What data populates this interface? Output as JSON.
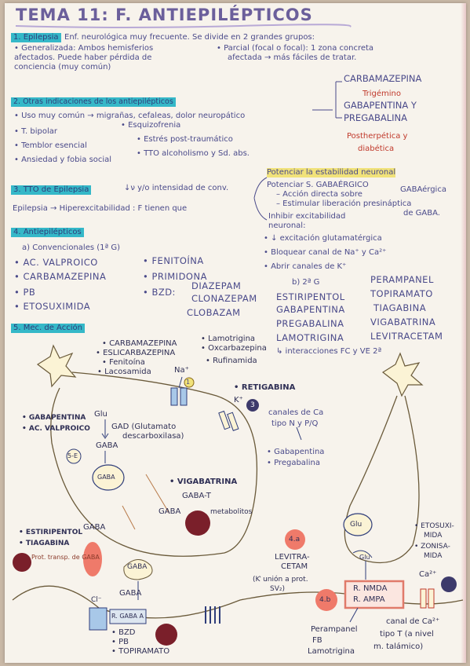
{
  "title": "TEMA 11: F. ANTIEPILÉPTICOS",
  "s1": {
    "head": "1. Epilepsia",
    "text1": "Enf. neurológica muy frecuente. Se divide en 2 grandes grupos:",
    "gen1": "• Generalizada: Ambos hemisferios",
    "gen2": "afectados. Puede haber pérdida de",
    "gen3": "conciencia (muy común)",
    "par1": "• Parcial (focal o focal): 1 zona concreta",
    "par2": "afectada → más fáciles de tratar."
  },
  "s2": {
    "head": "2. Otras indicaciones de los antiepilépticos",
    "l1": "• Uso muy común → migrañas, cefaleas, dolor neuropático",
    "l2": "• T. bipolar",
    "l3": "• Esquizofrenia",
    "l4": "• Temblor esencial",
    "l5": "• Estrés post-traumático",
    "l6": "• Ansiedad y fobia social",
    "l7": "• TTO alcoholismo y Sd. abs.",
    "r1": "CARBAMAZEPINA",
    "r2": "Trigémino",
    "r3": "GABAPENTINA Y",
    "r4": "PREGABALINA",
    "r5": "Postherpética y",
    "r6": "diabética"
  },
  "s3": {
    "head": "3. TTO de Epilepsia",
    "text": "↓ν y/o intensidad de conv.",
    "line": "Epilepsia → Hiperexcitabilidad : F tienen que",
    "p1": "Potenciar la estabilidad neuronal",
    "p2": "Potenciar S. GABAÉRGICO",
    "p3": "– Acción directa sobre",
    "p4": "GABAérgica",
    "p5": "– Estimular liberación presináptica",
    "p6": "de GABA.",
    "p7": "Inhibir excitabilidad",
    "p8": "neuronal:",
    "p9": "• ↓ excitación glutamatérgica",
    "p10": "• Bloquear canal de Na⁺ y Ca²⁺",
    "p11": "• Abrir canales de K⁺"
  },
  "s4": {
    "head": "4. Antiepilépticos",
    "a": "a) Convencionales (1ª G)",
    "c1": "• AC. VALPROICO",
    "c2": "• CARBAMAZEPINA",
    "c3": "• PB",
    "c4": "• ETOSUXIMIDA",
    "c5": "• FENITOÍNA",
    "c6": "• PRIMIDONA",
    "c7": "• BZD:",
    "bz1": "DIAZEPAM",
    "bz2": "CLONAZEPAM",
    "bz3": "CLOBAZAM",
    "b": "b) 2ª G",
    "g1": "ESTIRIPENTOL",
    "g2": "GABAPENTINA",
    "g3": "PREGABALINA",
    "g4": "LAMOTRIGINA",
    "g5": "PERAMPANEL",
    "g6": "TOPIRAMATO",
    "g7": "TIAGABINA",
    "g8": "VIGABATRINA",
    "g9": "LEVITRACETAM",
    "note": "↳ interacciones FC y VE 2ª"
  },
  "s5": {
    "head": "5. Mec. de Acción",
    "n1": "• CARBAMAZEPINA",
    "n2": "• ESLICARBAZEPINA",
    "n3": "• Fenitoína",
    "n4": "• Lacosamida",
    "n5": "• Lamotrigina",
    "n6": "• Oxcarbazepina",
    "n7": "• Rufinamida"
  },
  "diagram": {
    "na": "Na⁺",
    "k": "K⁺",
    "b1": "1",
    "b3": "3",
    "retig": "• RETIGABINA",
    "gabap": "• GABAPENTINA",
    "valp": "• AC. VALPROICO",
    "glu": "Glu",
    "gad": "GAD (Glutamato",
    "gad2": "descarboxilasa)",
    "gaba1": "GABA",
    "vesicle": "GABA",
    "b5": "5-E",
    "vigab": "• VIGABATRINA",
    "gabat": "GABA-T",
    "gaba2": "GABA",
    "metab": "metabolitos",
    "estir": "• ESTIRIPENTOL",
    "tiag": "• TIAGABINA",
    "gaba3": "GABA",
    "prot": "Prot. transp. de GABA",
    "gaba4": "GABA",
    "gaba5": "GABA",
    "cl": "Cl⁻",
    "rgaba": "R. GABA A",
    "bnd1": "• BZD",
    "bnd2": "• PB",
    "bnd3": "• TOPIRAMATO",
    "ca1": "canales de Ca",
    "ca2": "tipo N y P/Q",
    "ca3": "• Gabapentina",
    "ca4": "• Pregabalina",
    "glu2": "Glu",
    "glu3": "Glu",
    "b4a": "4.a",
    "levi1": "LEVITRA-",
    "levi2": "CETAM",
    "levi3": "(Ƙ unión a prot.",
    "levi4": "SV₂)",
    "b4b": "4.b",
    "nmda1": "R. NMDA",
    "nmda2": "R. AMPA",
    "peramp": "Perampanel",
    "fb": "FB",
    "lamot": "Lamotrigina",
    "ca2p": "Ca²⁺",
    "etos1": "• ETOSUXI-",
    "etos2": "MIDA",
    "etos3": "• ZONISA-",
    "etos4": "MIDA",
    "cat1": "canal de Ca²⁺",
    "cat2": "tipo T (a nivel",
    "cat3": "m. talámico)"
  },
  "colors": {
    "ink": "#4a4a8a",
    "highlight": "#35b8c8",
    "red": "#c0392b",
    "purple": "#6b5f9b"
  }
}
